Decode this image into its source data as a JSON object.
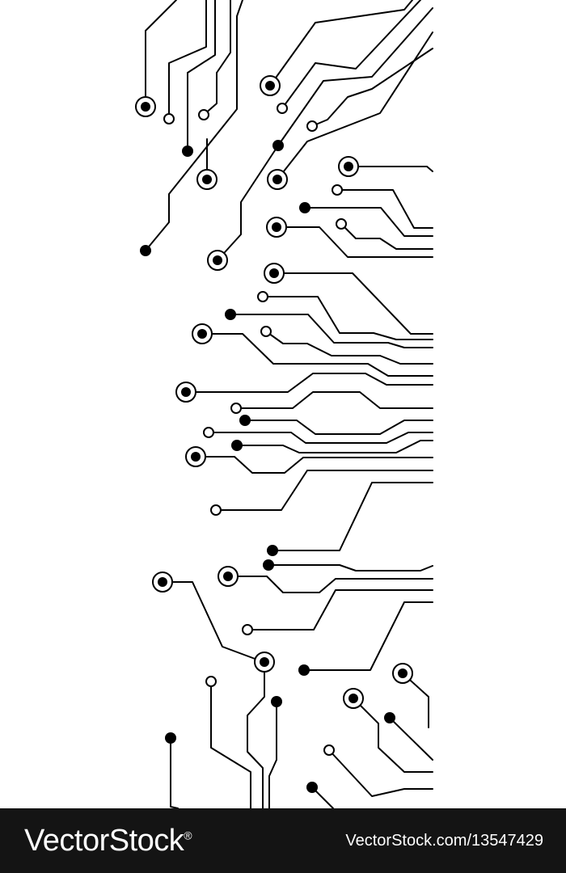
{
  "image": {
    "subject": "circuit-board-traces",
    "colors": {
      "background": "#ffffff",
      "traces": "#000000",
      "footer": "#141414",
      "footer_text": "#ffffff"
    }
  },
  "watermark": {
    "brand": "VectorStock",
    "registered_mark": "®",
    "url": "VectorStock.com/13547429"
  }
}
